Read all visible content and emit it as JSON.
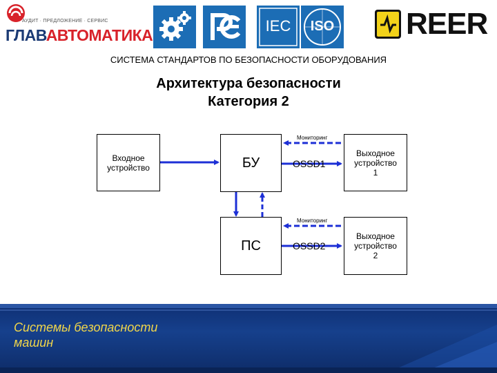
{
  "header": {
    "brand_slogan": "АУДИТ · ПРЕДЛОЖЕНИЕ · СЕРВИС",
    "brand_name_part1": "ГЛАВ",
    "brand_name_part2": "АВТОМАТИКА",
    "iec_logo": "IEC",
    "iso_logo": "ISO",
    "reer_logo": "REER",
    "icons": [
      "gear-logo-icon",
      "rst-logo-icon",
      "iec-logo-icon",
      "iso-logo-icon",
      "reer-logo-icon"
    ]
  },
  "system_title": "СИСТЕМА СТАНДАРТОВ ПО БЕЗОПАСНОСТИ ОБОРУДОВАНИЯ",
  "title_line1": "Архитектура безопасности",
  "title_line2": "Категория 2",
  "diagram": {
    "input_device": "Входное устройство",
    "control_unit": "БУ",
    "test_unit": "ПС",
    "ossd1": "OSSD1",
    "ossd2": "OSSD2",
    "monitoring_top": "Мониторинг",
    "monitoring_bottom": "Мониторинг",
    "output1_line1": "Выходное",
    "output1_line2": "устройство",
    "output1_line3": "1",
    "output2_line1": "Выходное",
    "output2_line2": "устройство",
    "output2_line3": "2"
  },
  "footer": {
    "line1": "Системы безопасности",
    "line2": "машин"
  },
  "colors": {
    "arrow_blue": "#1c2fd6",
    "footer_blue": "#16408c",
    "footer_text": "#f1d64a",
    "brand_red": "#d8222a",
    "brand_navy": "#1b3a74"
  }
}
